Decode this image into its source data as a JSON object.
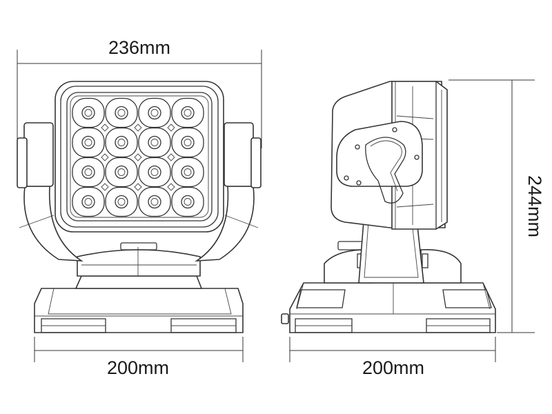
{
  "dimensions": {
    "front_width": "236mm",
    "front_base_width": "200mm",
    "side_base_width": "200mm",
    "side_height": "244mm"
  },
  "views": {
    "front": {
      "led_rows": 4,
      "led_cols": 4
    },
    "side": {}
  },
  "colors": {
    "line": "#333333",
    "background": "#ffffff"
  }
}
